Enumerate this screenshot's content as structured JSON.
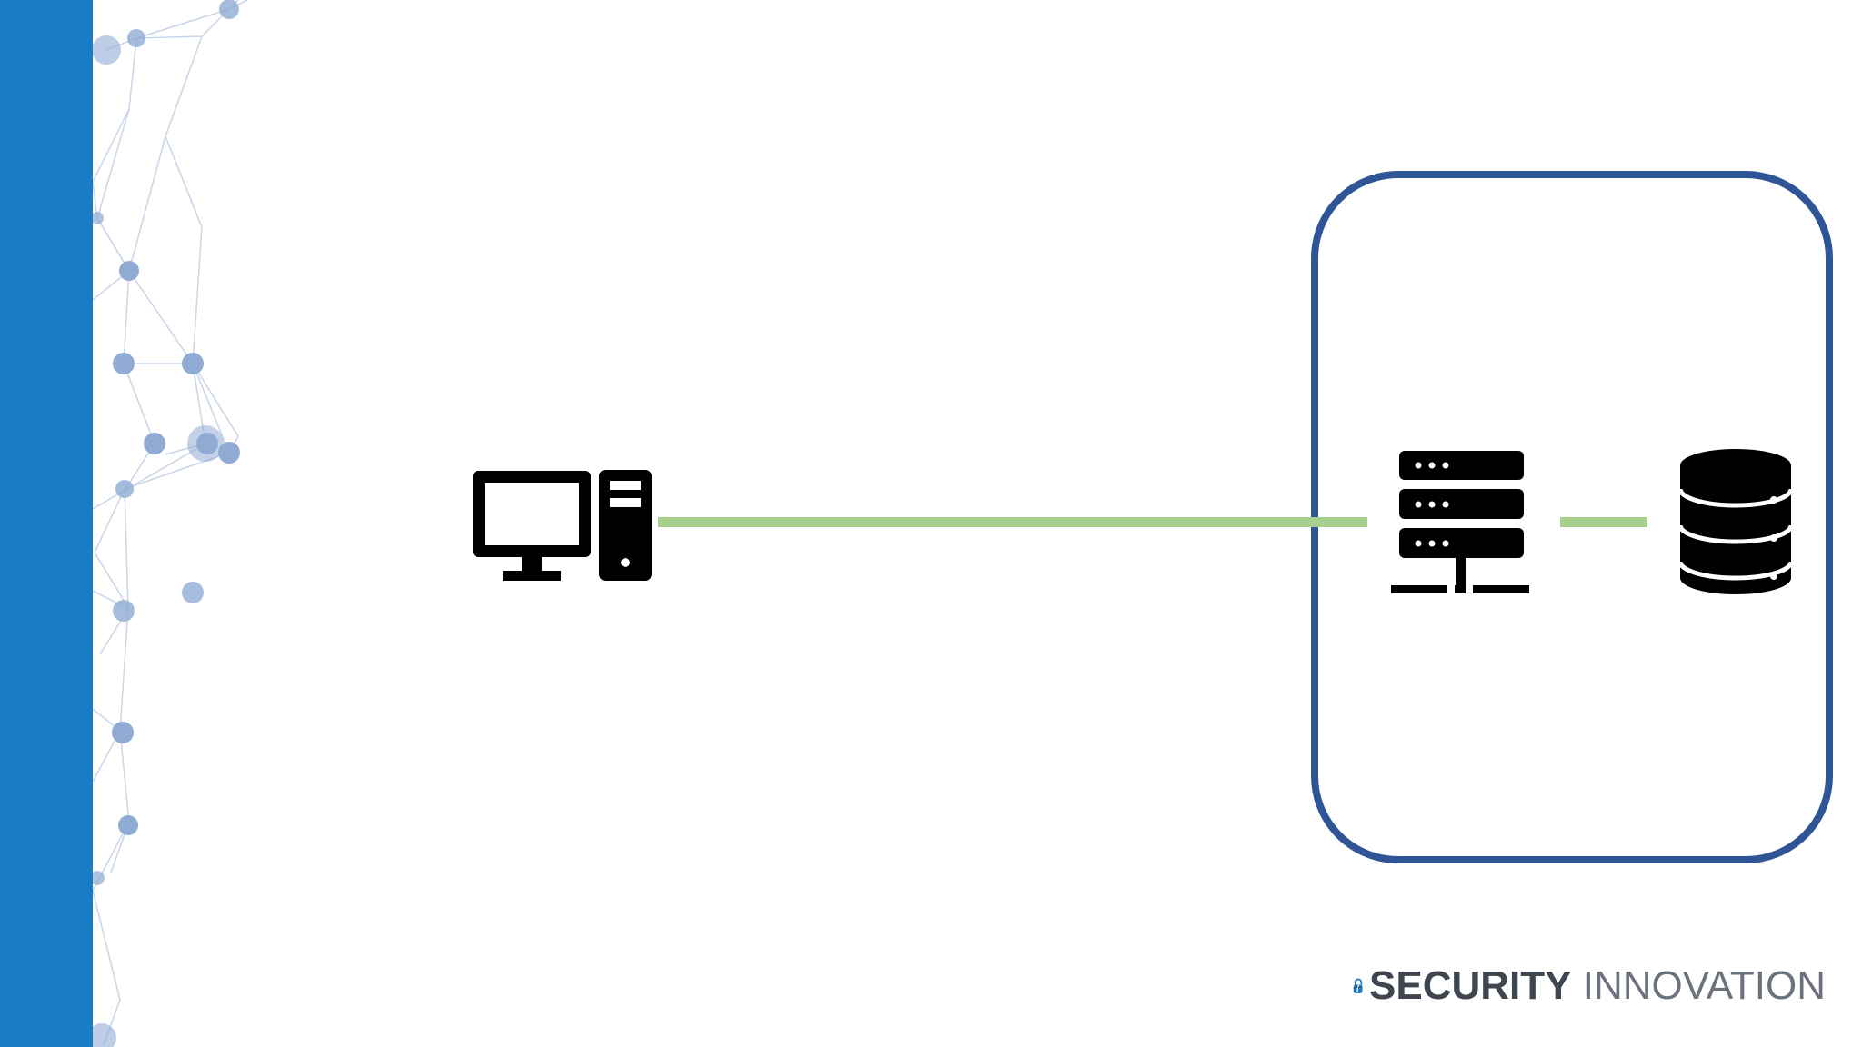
{
  "slide": {
    "background": "#ffffff",
    "accent_bar_color": "#1a7cc3",
    "network_decoration_color": "#8fabd3"
  },
  "diagram": {
    "nodes": [
      {
        "name": "client-computer",
        "icon": "desktop-computer-icon"
      },
      {
        "name": "web-server",
        "icon": "server-rack-icon"
      },
      {
        "name": "database",
        "icon": "database-icon"
      }
    ],
    "connections": [
      {
        "from": "client-computer",
        "to": "web-server",
        "color": "#a8d08d"
      },
      {
        "from": "web-server",
        "to": "database",
        "color": "#a8d08d"
      }
    ],
    "boundary": {
      "contains": [
        "web-server",
        "database"
      ],
      "stroke_color": "#2f5597"
    }
  },
  "logo": {
    "word_bold": "SECURITY",
    "word_light": "INNOVATION",
    "mark_color": "#1a7cc3"
  }
}
